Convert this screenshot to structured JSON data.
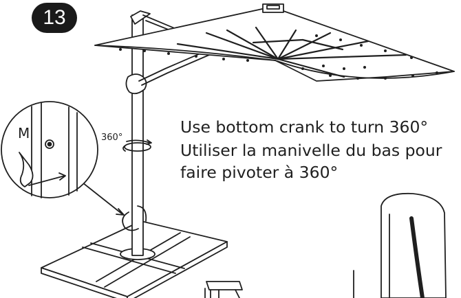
{
  "step": {
    "number": "13"
  },
  "captions": {
    "english": "Use bottom crank to turn 360°",
    "french_line1": "Utiliser la manivelle du bas pour",
    "french_line2": "faire pivoter à 360°"
  },
  "labels": {
    "rotation": "360°",
    "crank_part": "M"
  },
  "colors": {
    "line": "#1f1f1f",
    "canopy_fill": "#ffffff",
    "badge": "#1a1a1a"
  }
}
